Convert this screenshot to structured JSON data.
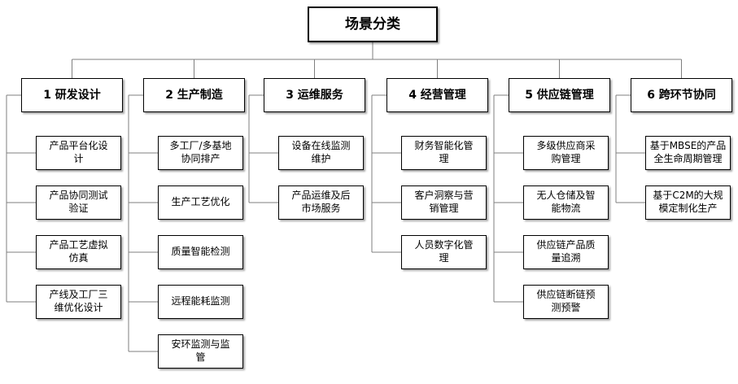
{
  "root": {
    "label": "场景分类"
  },
  "categories": [
    {
      "label": "1 研发设计",
      "items": [
        "产品平台化设\n计",
        "产品协同测试\n验证",
        "产品工艺虚拟\n仿真",
        "产线及工厂三\n维优化设计"
      ]
    },
    {
      "label": "2 生产制造",
      "items": [
        "多工厂/多基地\n协同排产",
        "生产工艺优化",
        "质量智能检测",
        "远程能耗监测",
        "安环监测与监\n管"
      ]
    },
    {
      "label": "3 运维服务",
      "items": [
        "设备在线监测\n维护",
        "产品运维及后\n市场服务"
      ]
    },
    {
      "label": "4 经营管理",
      "items": [
        "财务智能化管\n理",
        "客户洞察与营\n销管理",
        "人员数字化管\n理"
      ]
    },
    {
      "label": "5 供应链管理",
      "items": [
        "多级供应商采\n购管理",
        "无人仓储及智\n能物流",
        "供应链产品质\n量追溯",
        "供应链断链预\n测预警"
      ]
    },
    {
      "label": "6 跨环节协同",
      "items": [
        "基于MBSE的产品\n全生命周期管理",
        "基于C2M的大规\n模定制化生产"
      ]
    }
  ]
}
